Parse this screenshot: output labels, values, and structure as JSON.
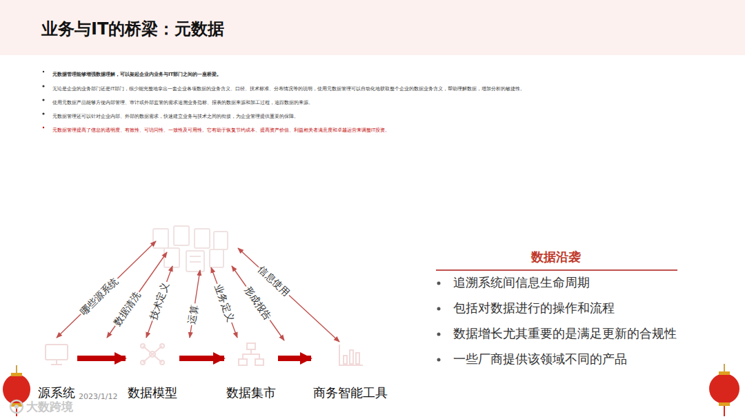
{
  "diagram": {
    "title": "业务与IT的桥梁：元数据",
    "nodes": [
      {
        "text": [
          "源系统"
        ]
      },
      {
        "text": [
          "数据模型"
        ]
      },
      {
        "text": [
          "数据集市"
        ]
      },
      {
        "text": [
          "商务智能工具"
        ]
      }
    ],
    "edges": [
      {
        "from": 0,
        "to": 1,
        "arrow": "to"
      },
      {
        "from": 1,
        "to": 2,
        "arrow": "to"
      },
      {
        "from": 2,
        "to": 3,
        "arrow": "to"
      }
    ],
    "labels": [
      "元数据管理能够增强数据理解，可以架起企业内业务与IT部门之间的一座桥梁。",
      "无论是企业的业务部门还是IT部门，很少能完整地拿出一套企业各项数据的业务含义、口径、技术标准、分布情况等的说明，使用元数据管理可以自动化地获取整个企业的数据业务含义，帮助理解数据，增加分析的敏捷性。",
      "使用元数据产品能够方便内部管理、审计或外部监管的需求追溯业务指标、报表的数据来源和加工过程，追踪数据的来源。",
      "元数据管理还可以针对企业内部、外部的数据需求，快速建立业务与技术之间的衔接，为企业管理提供重要的保障。",
      "元数据管理提高了信息的透明度、有效性、可访问性、一致性及可用性。它有助于恢复节约成本、提高资产价值、利益相关者满意度和卓越运营来调整IT投资。",
      "哪些源系统",
      "数据清洗",
      "技术定义",
      "运算",
      "业务定义",
      "形成报告",
      "信息使用",
      "数据沿袭",
      "追溯系统间信息生命周期",
      "包括对数据进行的操作和流程",
      "数据增长尤其重要的是满足更新的合规性",
      "一些厂商提供该领域不同的产品",
      "2023/1/12",
      "大数跨境"
    ]
  }
}
